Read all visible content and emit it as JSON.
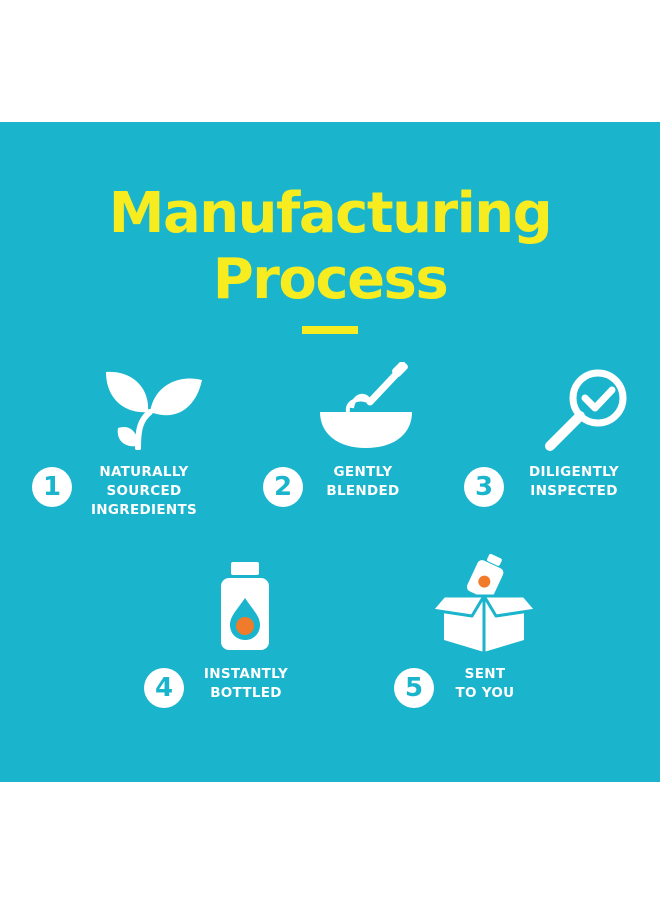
{
  "title": {
    "line1": "Manufacturing",
    "line2": "Process"
  },
  "colors": {
    "panel_bg": "#1ab4cc",
    "title": "#f6ec1f",
    "drop_orange": "#f07b2a",
    "white": "#ffffff"
  },
  "steps": [
    {
      "number": "1",
      "icon": "leaves-icon",
      "label_lines": [
        "NATURALLY",
        "SOURCED",
        "INGREDIENTS"
      ]
    },
    {
      "number": "2",
      "icon": "whisk-bowl-icon",
      "label_lines": [
        "GENTLY",
        "BLENDED"
      ]
    },
    {
      "number": "3",
      "icon": "magnifier-check-icon",
      "label_lines": [
        "DILIGENTLY",
        "INSPECTED"
      ]
    },
    {
      "number": "4",
      "icon": "bottle-drop-icon",
      "label_lines": [
        "INSTANTLY",
        "BOTTLED"
      ]
    },
    {
      "number": "5",
      "icon": "box-bottle-icon",
      "label_lines": [
        "SENT",
        "TO YOU"
      ]
    }
  ]
}
